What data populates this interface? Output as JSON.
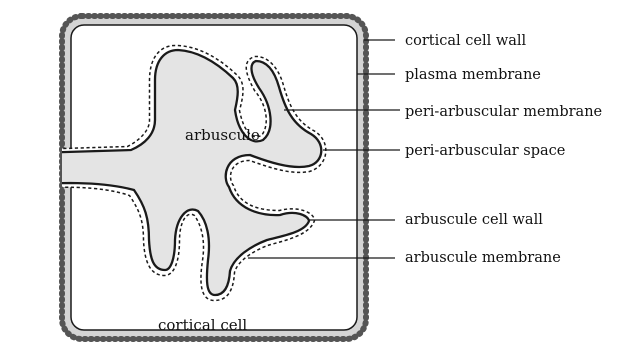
{
  "labels": {
    "cortical_cell_wall": "cortical cell wall",
    "plasma_membrane": "plasma membrane",
    "peri_arbuscular_membrane": "peri-arbuscular membrane",
    "peri_arbuscular_space": "peri-arbuscular space",
    "arbuscule_cell_wall": "arbuscule cell wall",
    "arbuscule_membrane": "arbuscule membrane"
  },
  "regions": {
    "arbuscule": "arbuscule",
    "cortical_cell": "cortical cell"
  },
  "colors": {
    "wall_fill": "#d4d4d4",
    "arbuscule_fill": "#e4e4e4",
    "line": "#1a1a1a"
  }
}
